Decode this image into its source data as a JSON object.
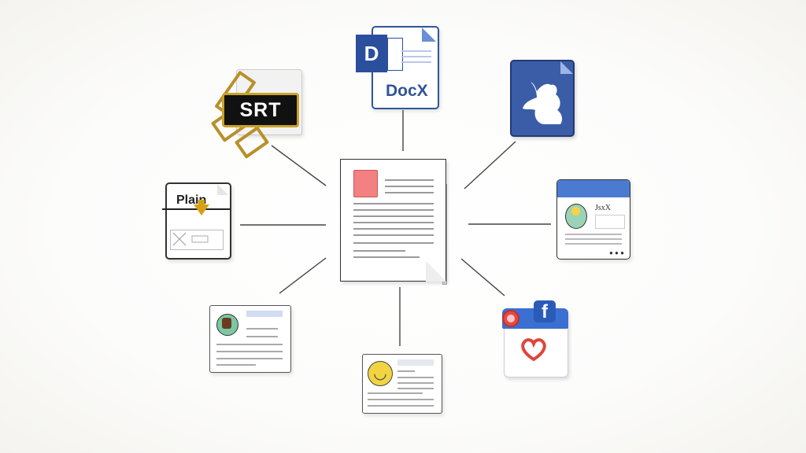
{
  "diagram": {
    "type": "hub-and-spoke",
    "center": {
      "label": "Document",
      "icon": "document-icon",
      "accent": "#f08080"
    },
    "nodes": [
      {
        "id": "docx",
        "label": "DocX",
        "icon": "word-docx-icon",
        "badge": "D",
        "color": "#2f5597"
      },
      {
        "id": "srt",
        "label": "SRT",
        "icon": "srt-subtitle-icon",
        "color": "#c9a227"
      },
      {
        "id": "social-file",
        "label": "",
        "icon": "bird-file-icon",
        "color": "#3b5998"
      },
      {
        "id": "plain",
        "label": "Plain",
        "icon": "plain-text-icon",
        "color": "#d4a017"
      },
      {
        "id": "profile-card",
        "label": "JsxX",
        "icon": "profile-window-icon",
        "color": "#4a7bd0"
      },
      {
        "id": "avatar-card",
        "label": "",
        "icon": "avatar-card-icon",
        "color": "#7bc8a4"
      },
      {
        "id": "smiley-card",
        "label": "",
        "icon": "smiley-card-icon",
        "color": "#f2d442"
      },
      {
        "id": "facebook-like",
        "label": "f",
        "icon": "facebook-heart-icon",
        "color": "#3b6fd1"
      }
    ]
  }
}
